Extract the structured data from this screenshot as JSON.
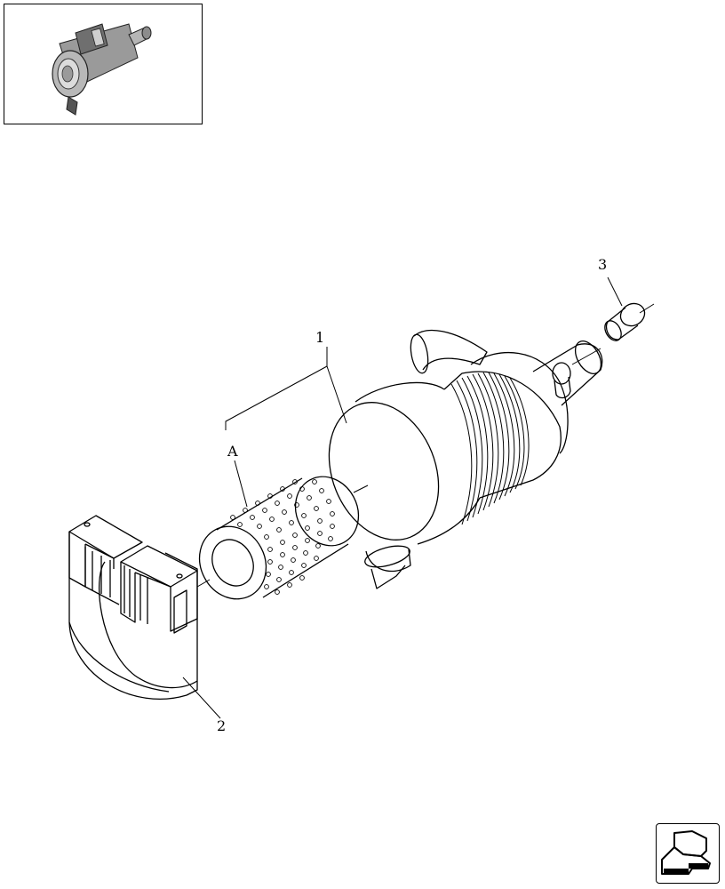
{
  "callouts": {
    "part_1": "1",
    "part_2": "2",
    "part_3": "3",
    "group_a": "A"
  },
  "icons": {
    "thumbnail": "assembly-thumbnail-icon",
    "navigation": "next-page-arrow-icon"
  },
  "colors": {
    "line": "#000000",
    "background": "#ffffff",
    "thumbnail_shade": "#8a8a8a"
  }
}
